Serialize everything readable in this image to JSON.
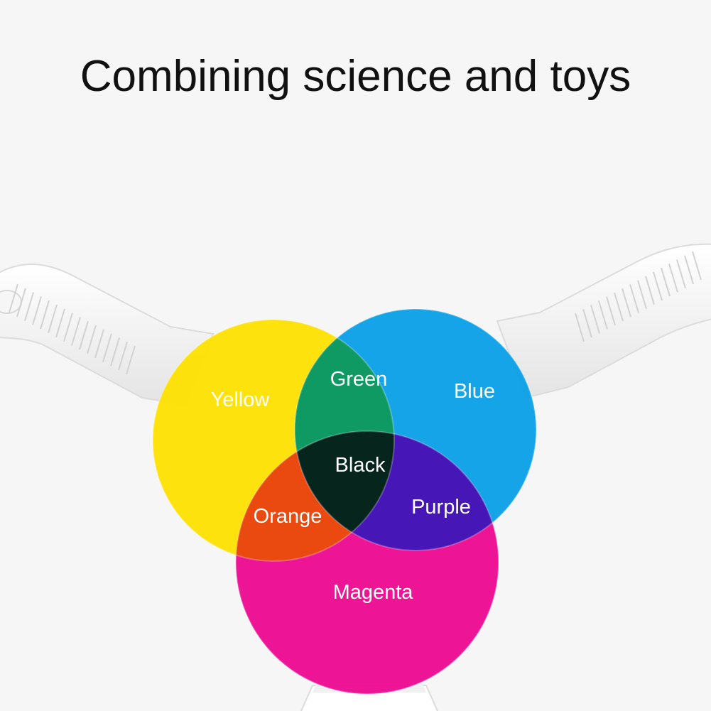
{
  "title": "Combining science and toys",
  "colors": {
    "yellow": "#fde000",
    "blue": "#079fe6",
    "magenta": "#ec078f",
    "green": "#0f9a63",
    "orange": "#ea4a10",
    "purple": "#4616b6",
    "black": "#06261d",
    "handle": "#ffffff"
  },
  "labels": {
    "yellow": "Yellow",
    "green": "Green",
    "blue": "Blue",
    "black": "Black",
    "orange": "Orange",
    "purple": "Purple",
    "magenta": "Magenta"
  }
}
